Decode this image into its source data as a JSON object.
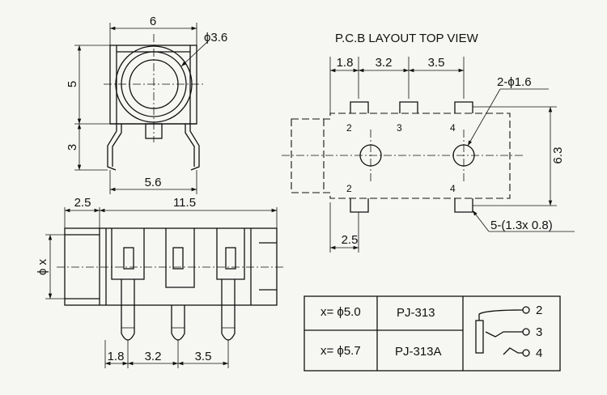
{
  "front_view": {
    "width_label": "6",
    "hole_label": "ϕ3.6",
    "height_upper_label": "5",
    "height_lower_label": "3",
    "leg_spacing_label": "5.6"
  },
  "side_view": {
    "front_len_label": "2.5",
    "total_len_label": "11.5",
    "dia_label": "ϕ x",
    "pin_dims": [
      "1.8",
      "3.2",
      "3.5"
    ]
  },
  "pcb_layout": {
    "title": "P.C.B LAYOUT  TOP VIEW",
    "top_dims": [
      "1.8",
      "3.2",
      "3.5"
    ],
    "hole_label": "2-ϕ1.6",
    "height_label": "6.3",
    "pad_label": "5-(1.3x 0.8)",
    "bottom_dim": "2.5",
    "pad_numbers_top": [
      "2",
      "3",
      "4"
    ],
    "pad_numbers_bottom": [
      "2",
      "4"
    ]
  },
  "model_table": {
    "rows": [
      {
        "dia": "x= ϕ5.0",
        "model": "PJ-313"
      },
      {
        "dia": "x= ϕ5.7",
        "model": "PJ-313A"
      }
    ],
    "pins": [
      "2",
      "3",
      "4"
    ]
  }
}
